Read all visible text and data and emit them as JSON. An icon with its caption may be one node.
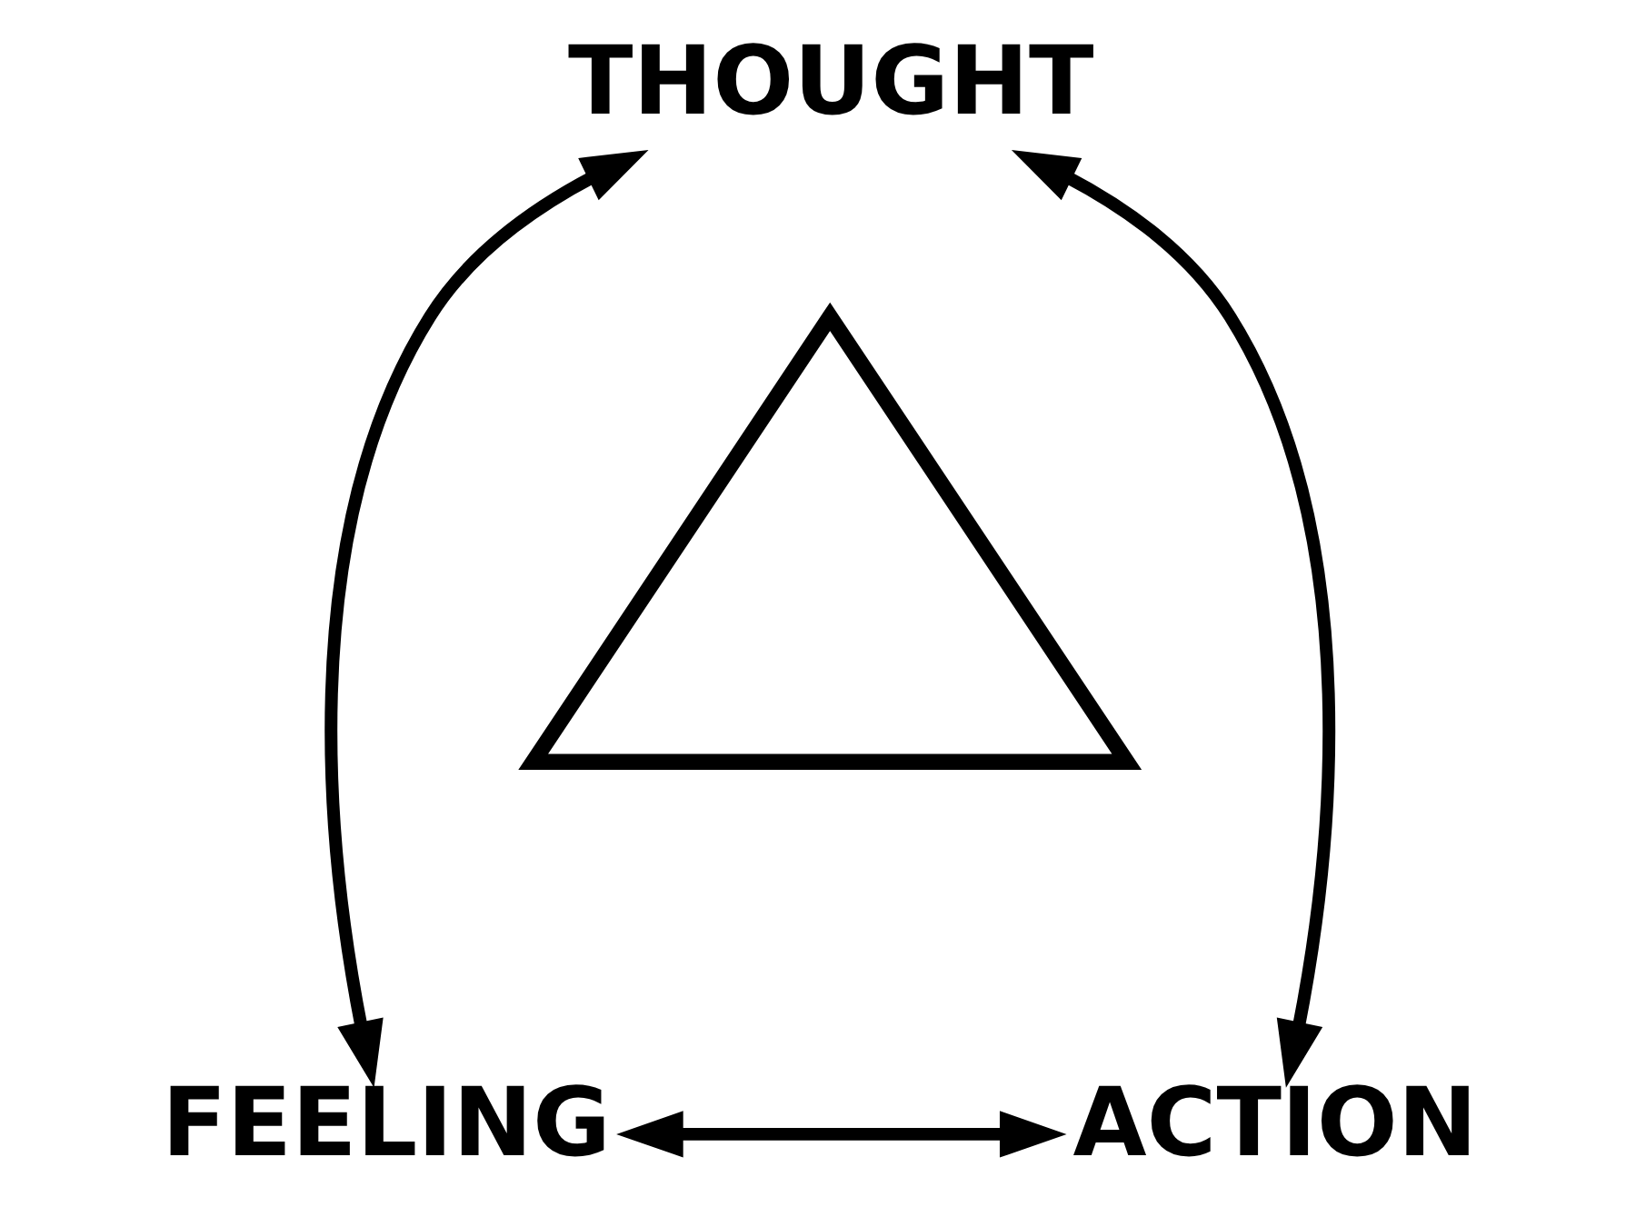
{
  "diagram": {
    "nodes": [
      {
        "text": [
          "THOUGHT"
        ]
      },
      {
        "text": [],
        "shape": "triangle"
      },
      {
        "text": [
          "FEELING"
        ]
      },
      {
        "text": [
          "ACTION"
        ]
      }
    ],
    "edges": [
      {
        "from": 0,
        "to": 2,
        "arrow": "both"
      },
      {
        "from": 0,
        "to": 3,
        "arrow": "both"
      },
      {
        "from": 2,
        "to": 3,
        "arrow": "both"
      }
    ]
  }
}
